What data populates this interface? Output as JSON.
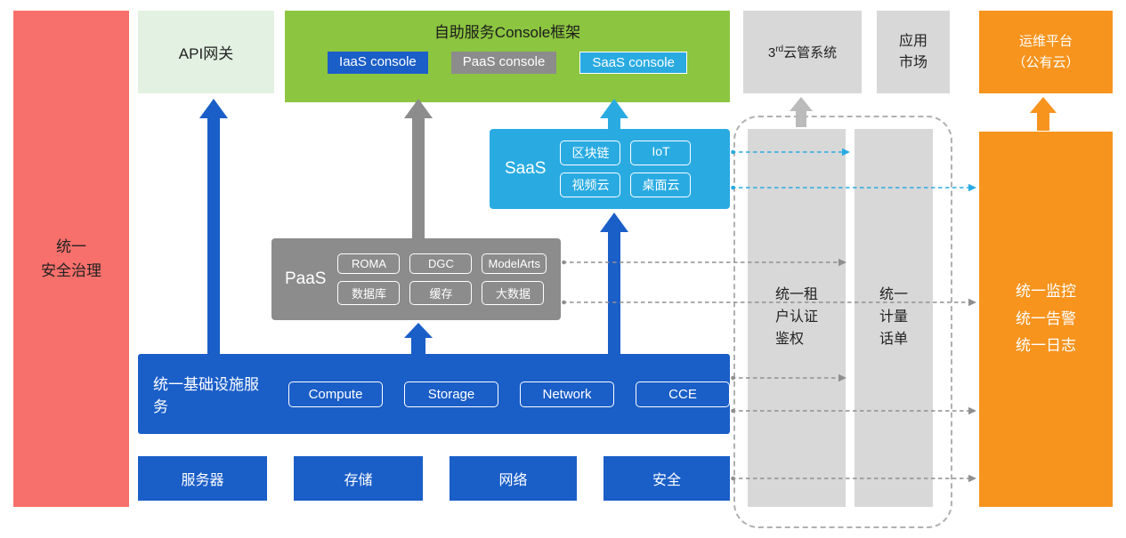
{
  "colors": {
    "security_red": "#F7706B",
    "light_green": "#E3F1E2",
    "green": "#8CC540",
    "blue": "#1A5EC8",
    "cyan": "#29ABE2",
    "gray": "#8C8C8C",
    "light_gray": "#D8D8D8",
    "orange": "#F7941E"
  },
  "security_bar": {
    "lines": [
      "统一",
      "安全治理"
    ]
  },
  "api_gateway": {
    "label": "API网关"
  },
  "console_framework": {
    "title": "自助服务Console框架",
    "consoles": [
      {
        "label": "IaaS console",
        "color": "#1A5EC8"
      },
      {
        "label": "PaaS console",
        "color": "#8C8C8C"
      },
      {
        "label": "SaaS console",
        "color": "#29ABE2"
      }
    ]
  },
  "third_party_cms": {
    "prefix": "3",
    "superscript": "rd",
    "suffix": "云管系统"
  },
  "app_market": {
    "lines": [
      "应用",
      "市场"
    ]
  },
  "ops_platform": {
    "lines": [
      "运维平台",
      "（公有云）"
    ]
  },
  "saas": {
    "label": "SaaS",
    "services": [
      "区块链",
      "IoT",
      "视频云",
      "桌面云"
    ]
  },
  "paas": {
    "label": "PaaS",
    "services": [
      "ROMA",
      "DGC",
      "ModelArts",
      "数据库",
      "缓存",
      "大数据"
    ]
  },
  "infrastructure": {
    "label": "统一基础设施服务",
    "services": [
      "Compute",
      "Storage",
      "Network",
      "CCE"
    ]
  },
  "resources": [
    "服务器",
    "存储",
    "网络",
    "安全"
  ],
  "auth_bar": {
    "lines": [
      "统一租",
      "户认证",
      "鉴权"
    ]
  },
  "billing_bar": {
    "lines": [
      "统一",
      "计量",
      "话单"
    ]
  },
  "monitor_box": {
    "lines": [
      "统一监控",
      "统一告警",
      "统一日志"
    ]
  }
}
